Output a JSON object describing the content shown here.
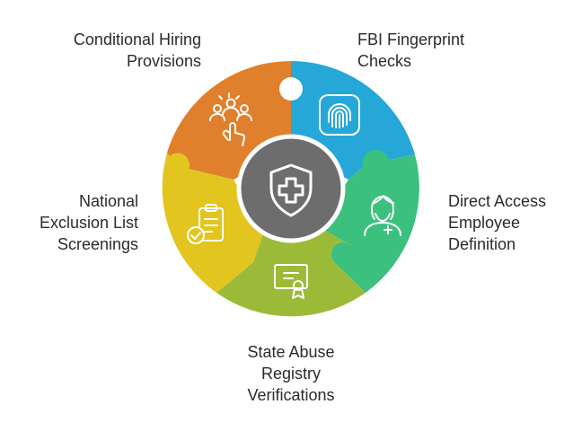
{
  "diagram": {
    "segments": [
      {
        "id": "conditional",
        "label_lines": [
          "Conditional Hiring",
          "Provisions"
        ],
        "color": "#e07f2c",
        "icon": "group-hand-icon"
      },
      {
        "id": "fbi",
        "label_lines": [
          "FBI Fingerprint",
          "Checks"
        ],
        "color": "#25a7d8",
        "icon": "fingerprint-icon"
      },
      {
        "id": "direct",
        "label_lines": [
          "Direct Access",
          "Employee",
          "Definition"
        ],
        "color": "#3cc07e",
        "icon": "nurse-icon"
      },
      {
        "id": "state",
        "label_lines": [
          "State Abuse",
          "Registry",
          "Verifications"
        ],
        "color": "#9bbb38",
        "icon": "certificate-icon"
      },
      {
        "id": "national",
        "label_lines": [
          "National",
          "Exclusion List",
          "Screenings"
        ],
        "color": "#e2c51f",
        "icon": "clipboard-check-icon"
      }
    ],
    "center": {
      "color": "#6d6d6d",
      "icon": "medical-shield-icon"
    }
  }
}
